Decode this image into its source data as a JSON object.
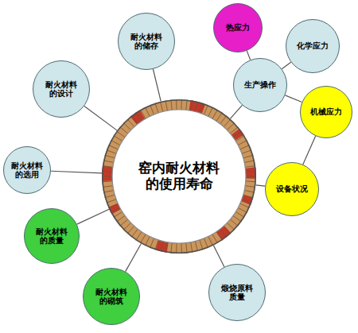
{
  "diagram": {
    "nodes": [
      {
        "text": [
          "窑内耐火材料的使用寿命"
        ]
      },
      {
        "text": [
          "耐火材料的储存"
        ]
      },
      {
        "text": [
          "耐火材料的设计"
        ]
      },
      {
        "text": [
          "耐火材料的选用"
        ]
      },
      {
        "text": [
          "耐火材料的质量"
        ]
      },
      {
        "text": [
          "耐火材料的砌筑"
        ]
      },
      {
        "text": [
          "煅烧原料质量"
        ]
      },
      {
        "text": [
          "设备状况"
        ]
      },
      {
        "text": [
          "生产操作"
        ]
      },
      {
        "text": [
          "热应力"
        ]
      },
      {
        "text": [
          "化学应力"
        ]
      },
      {
        "text": [
          "机械应力"
        ]
      }
    ],
    "edges": [
      {
        "from": 0,
        "to": 1,
        "arrow": "none"
      },
      {
        "from": 0,
        "to": 2,
        "arrow": "none"
      },
      {
        "from": 0,
        "to": 3,
        "arrow": "none"
      },
      {
        "from": 0,
        "to": 4,
        "arrow": "none"
      },
      {
        "from": 0,
        "to": 5,
        "arrow": "none"
      },
      {
        "from": 0,
        "to": 6,
        "arrow": "none"
      },
      {
        "from": 0,
        "to": 7,
        "arrow": "none"
      },
      {
        "from": 0,
        "to": 8,
        "arrow": "none"
      },
      {
        "from": 8,
        "to": 9,
        "arrow": "none"
      },
      {
        "from": 8,
        "to": 10,
        "arrow": "none"
      },
      {
        "from": 8,
        "to": 11,
        "arrow": "none"
      },
      {
        "from": 11,
        "to": 7,
        "arrow": "none"
      }
    ]
  }
}
